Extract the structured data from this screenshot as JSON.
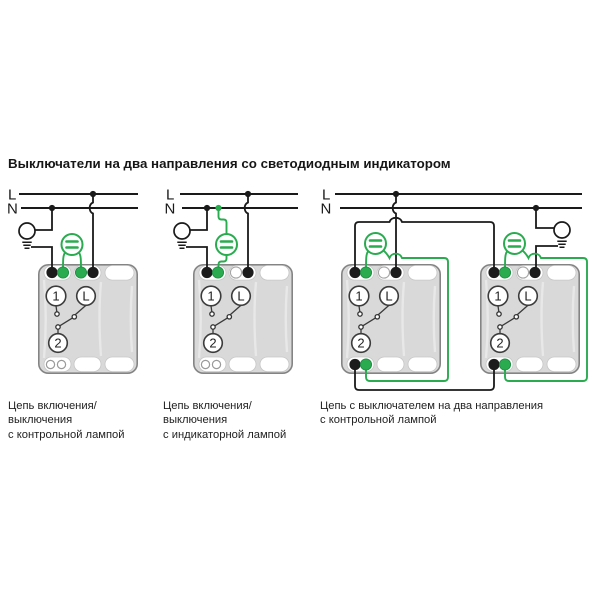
{
  "title": "Выключатели на два направления со светодиодным индикатором",
  "power_lines": {
    "live": "L",
    "neutral": "N"
  },
  "switch_module": {
    "terminal_1": "1",
    "terminal_common": "L",
    "terminal_2": "2"
  },
  "captions": {
    "diagram1": [
      "Цепь включения/",
      "выключения",
      "с контрольной лампой"
    ],
    "diagram2": [
      "Цепь включения/",
      "выключения",
      "с индикаторной лампой"
    ],
    "diagram3": [
      "Цепь с выключателем на два направления",
      "с контрольной лампой"
    ]
  },
  "colors": {
    "wire": "#1a1a1a",
    "green": "#2aab50",
    "module_fill": "#d9d9d9",
    "module_border": "#848484"
  }
}
